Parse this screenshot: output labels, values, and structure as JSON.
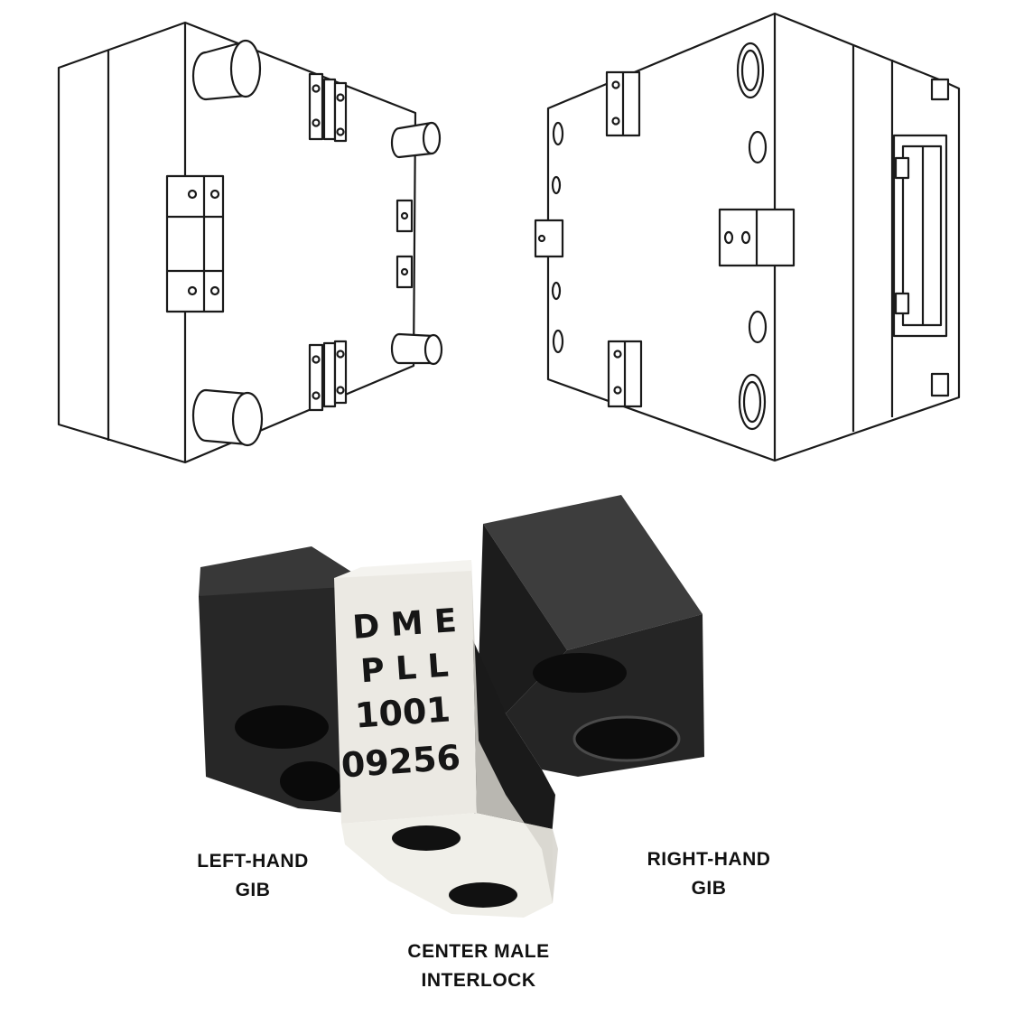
{
  "labels": {
    "left_gib_line1": "LEFT-HAND",
    "left_gib_line2": "GIB",
    "right_gib_line1": "RIGHT-HAND",
    "right_gib_line2": "GIB",
    "center_line1": "CENTER MALE",
    "center_line2": "INTERLOCK"
  },
  "interlock_marking": {
    "line1": "D M E",
    "line2": "P L L",
    "line3": "1001",
    "line4": "09256"
  },
  "colors": {
    "line": "#1a1a1a",
    "gib_dark": "#2b2b2b",
    "gib_top": "#3a3a3a",
    "gib_shadow": "#161616",
    "interlock_face": "#eceae4",
    "interlock_side": "#d8d6cf"
  }
}
